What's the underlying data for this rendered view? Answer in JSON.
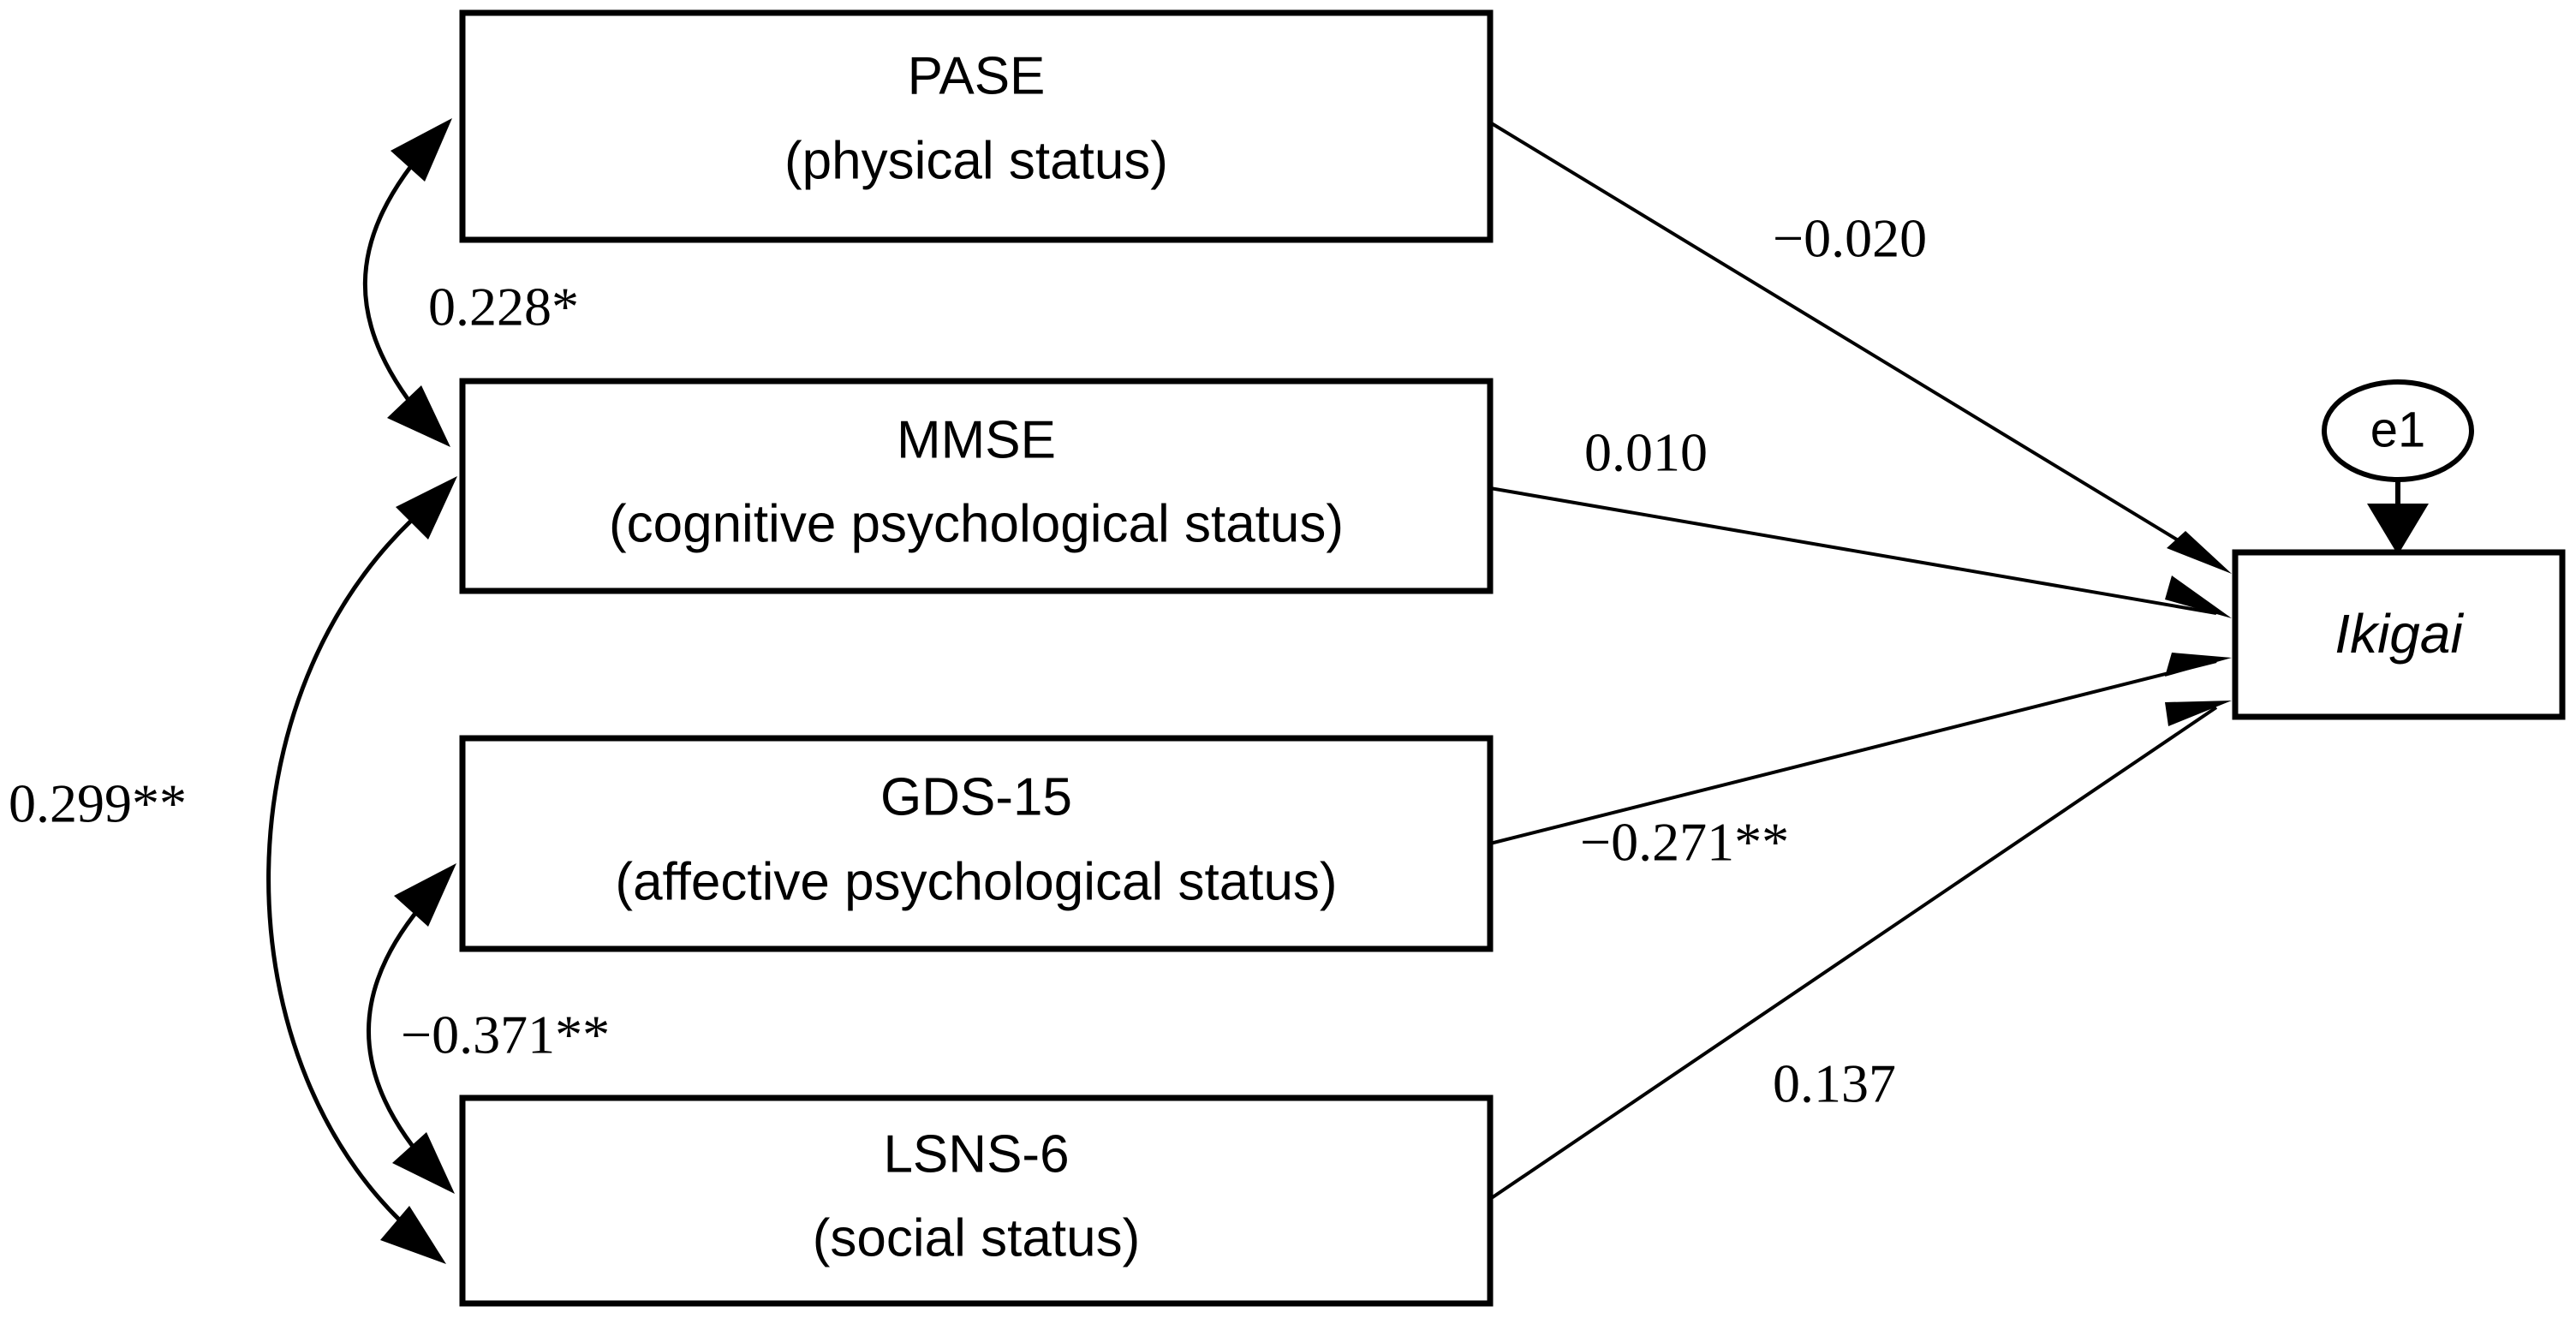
{
  "figure": {
    "type": "path-diagram",
    "background": "#ffffff",
    "stroke_color": "#000000"
  },
  "nodes": {
    "pase": {
      "id": "PASE",
      "title": "PASE",
      "subtitle": "(physical status)"
    },
    "mmse": {
      "id": "MMSE",
      "title": "MMSE",
      "subtitle": "(cognitive psychological status)"
    },
    "gds15": {
      "id": "GDS-15",
      "title": "GDS-15",
      "subtitle": "(affective psychological status)"
    },
    "lsns6": {
      "id": "LSNS-6",
      "title": "LSNS-6",
      "subtitle": "(social status)"
    },
    "ikigai": {
      "id": "Ikigai",
      "title": "Ikigai"
    },
    "error": {
      "id": "e1",
      "title": "e1"
    }
  },
  "paths": {
    "pase_to_ikigai": {
      "from": "PASE",
      "to": "Ikigai",
      "coefficient": "−0.020",
      "value": -0.02,
      "significance": ""
    },
    "mmse_to_ikigai": {
      "from": "MMSE",
      "to": "Ikigai",
      "coefficient": "0.010",
      "value": 0.01,
      "significance": ""
    },
    "gds15_to_ikigai": {
      "from": "GDS-15",
      "to": "Ikigai",
      "coefficient": "−0.271**",
      "value": -0.271,
      "significance": "**"
    },
    "lsns6_to_ikigai": {
      "from": "LSNS-6",
      "to": "Ikigai",
      "coefficient": "0.137",
      "value": 0.137,
      "significance": ""
    },
    "error_to_ikigai": {
      "from": "e1",
      "to": "Ikigai",
      "coefficient": "",
      "value": null,
      "significance": ""
    }
  },
  "correlations": {
    "pase_mmse": {
      "between": [
        "PASE",
        "MMSE"
      ],
      "coefficient": "0.228*",
      "value": 0.228,
      "significance": "*"
    },
    "mmse_lsns6": {
      "between": [
        "MMSE",
        "LSNS-6"
      ],
      "coefficient": "0.299**",
      "value": 0.299,
      "significance": "**"
    },
    "gds15_lsns6": {
      "between": [
        "GDS-15",
        "LSNS-6"
      ],
      "coefficient": "−0.371**",
      "value": -0.371,
      "significance": "**"
    }
  },
  "chart_data": {
    "type": "diagram",
    "title": "",
    "nodes": [
      {
        "name": "PASE",
        "label": "PASE (physical status)",
        "role": "predictor"
      },
      {
        "name": "MMSE",
        "label": "MMSE (cognitive psychological status)",
        "role": "predictor"
      },
      {
        "name": "GDS-15",
        "label": "GDS-15 (affective psychological status)",
        "role": "predictor"
      },
      {
        "name": "LSNS-6",
        "label": "LSNS-6 (social status)",
        "role": "predictor"
      },
      {
        "name": "Ikigai",
        "label": "Ikigai",
        "role": "outcome"
      },
      {
        "name": "e1",
        "label": "e1",
        "role": "error-term"
      }
    ],
    "directed_edges": [
      {
        "from": "PASE",
        "to": "Ikigai",
        "value": -0.02,
        "label": "−0.020"
      },
      {
        "from": "MMSE",
        "to": "Ikigai",
        "value": 0.01,
        "label": "0.010"
      },
      {
        "from": "GDS-15",
        "to": "Ikigai",
        "value": -0.271,
        "label": "−0.271**"
      },
      {
        "from": "LSNS-6",
        "to": "Ikigai",
        "value": 0.137,
        "label": "0.137"
      },
      {
        "from": "e1",
        "to": "Ikigai",
        "value": null,
        "label": ""
      }
    ],
    "undirected_edges": [
      {
        "between": [
          "PASE",
          "MMSE"
        ],
        "value": 0.228,
        "label": "0.228*"
      },
      {
        "between": [
          "MMSE",
          "LSNS-6"
        ],
        "value": 0.299,
        "label": "0.299**"
      },
      {
        "between": [
          "GDS-15",
          "LSNS-6"
        ],
        "value": -0.371,
        "label": "−0.371**"
      }
    ]
  }
}
